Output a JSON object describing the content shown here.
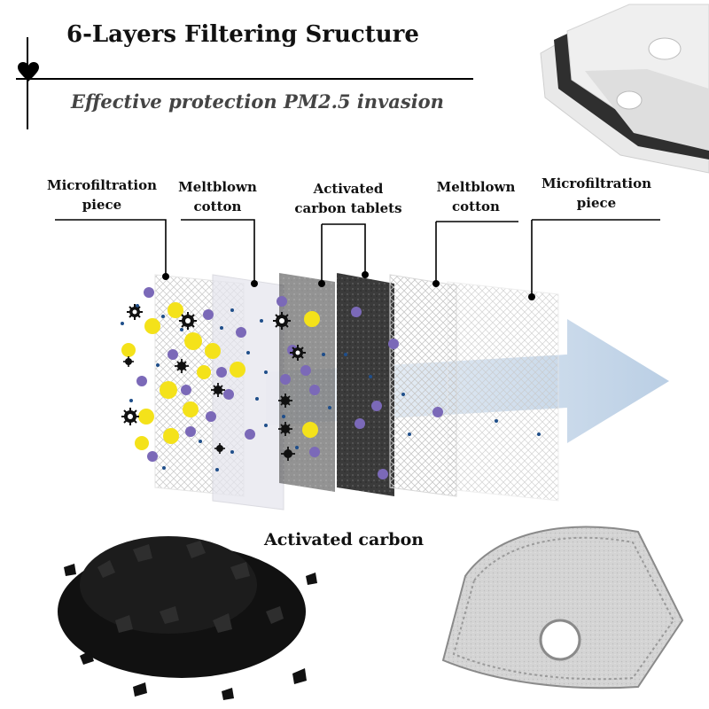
{
  "header": {
    "title": "6-Layers Filtering Sructure",
    "subtitle": "Effective protection PM2.5 invasion"
  },
  "layers": [
    {
      "label": "Microfiltration\npiece"
    },
    {
      "label": "Meltblown\ncotton"
    },
    {
      "label": "Activated\ncarbon tablets"
    },
    {
      "label": "Meltblown\ncotton"
    },
    {
      "label": "Microfiltration\npiece"
    }
  ],
  "carbon": {
    "label": "Activated carbon"
  },
  "colors": {
    "particle_yellow": "#f4e21a",
    "particle_purple": "#7b69b8",
    "particle_dot": "#1f4e8a",
    "carbon_layer": "#3b3b3b",
    "arrow": "#9ab8d8"
  },
  "icons": [
    "heart-icon",
    "virus-icon"
  ]
}
